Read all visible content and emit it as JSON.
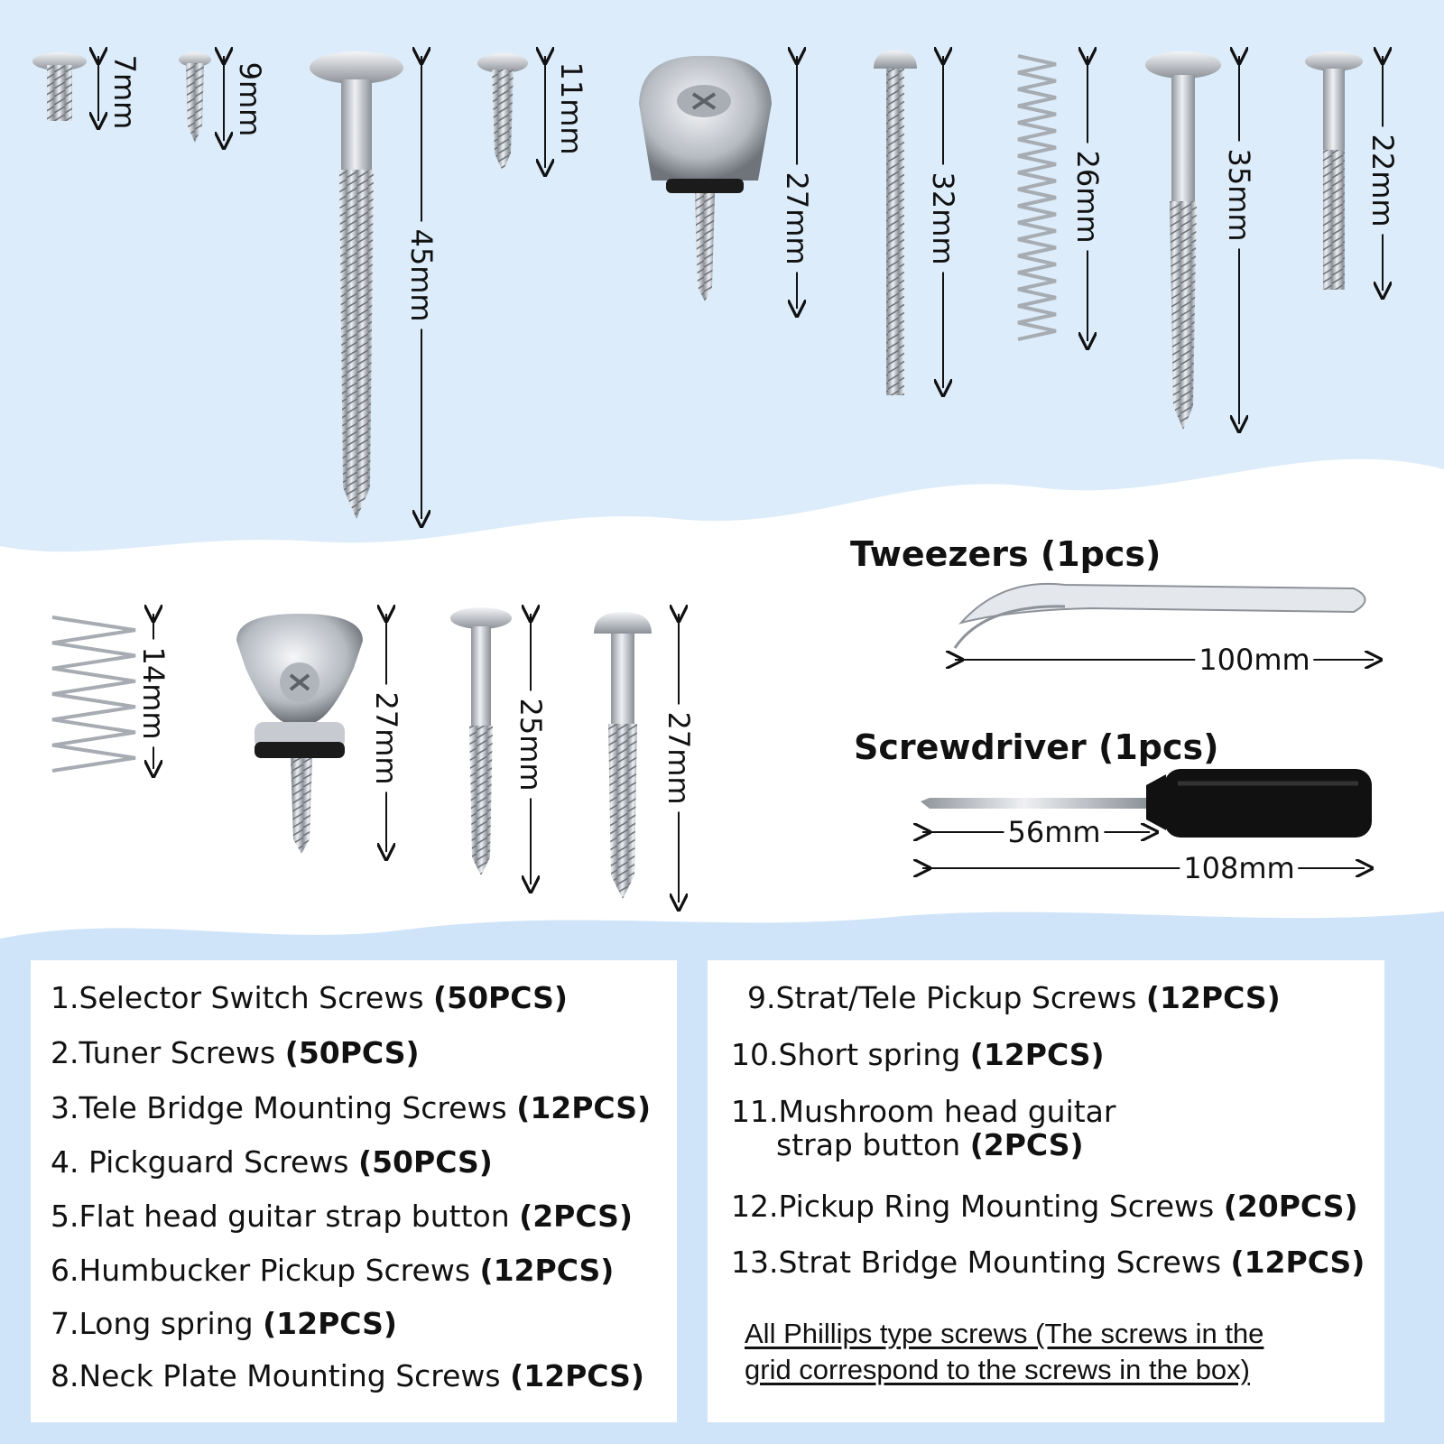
{
  "colors": {
    "light_blue": "#dcecfa",
    "band_blue": "#cfe4f8",
    "metal": "#c9cdd3",
    "handle": "#111111"
  },
  "dimensions": {
    "d1": "7mm",
    "d2": "9mm",
    "d3": "45mm",
    "d4": "11mm",
    "d5": "27mm",
    "d6": "32mm",
    "d7": "26mm",
    "d8": "35mm",
    "d9": "22mm",
    "d10": "14mm",
    "d11": "27mm",
    "d12": "25mm",
    "d13": "27mm"
  },
  "tools": {
    "tweezers_title": "Tweezers (1pcs)",
    "tweezers_len": "100mm",
    "screwdriver_title": "Screwdriver (1pcs)",
    "screwdriver_shaft": "56mm",
    "screwdriver_len": "108mm"
  },
  "list_left": [
    {
      "name": "1.Selector Switch Screws ",
      "qty": "(50PCS)"
    },
    {
      "name": "2.Tuner Screws ",
      "qty": "(50PCS)"
    },
    {
      "name": "3.Tele Bridge Mounting Screws ",
      "qty": "(12PCS)"
    },
    {
      "name": "4. Pickguard Screws ",
      "qty": "(50PCS)"
    },
    {
      "name": "5.Flat head guitar strap button ",
      "qty": "(2PCS)"
    },
    {
      "name": "6.Humbucker Pickup Screws ",
      "qty": "(12PCS)"
    },
    {
      "name": "7.Long spring ",
      "qty": "(12PCS)"
    },
    {
      "name": "8.Neck Plate Mounting Screws ",
      "qty": "(12PCS)"
    }
  ],
  "list_right": [
    {
      "name": "9.Strat/Tele Pickup Screws ",
      "qty": "(12PCS)"
    },
    {
      "name": "10.Short spring ",
      "qty": "(12PCS)"
    },
    {
      "name": "11.Mushroom head guitar",
      "qty": ""
    },
    {
      "name": "strap button ",
      "qty": "(2PCS)"
    },
    {
      "name": "12.Pickup Ring Mounting Screws ",
      "qty": "(20PCS)"
    },
    {
      "name": "13.Strat Bridge Mounting Screws ",
      "qty": "(12PCS)"
    }
  ],
  "note": {
    "line1": "All Phillips type screws (The screws in the",
    "line2": "grid correspond to the screws in the box)"
  }
}
